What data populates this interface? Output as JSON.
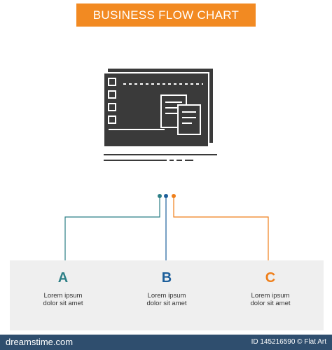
{
  "banner": {
    "title": "BUSINESS FLOW CHART",
    "color": "#f28a22"
  },
  "icon": {
    "name": "window-layout-icon",
    "color": "#3a3a3a"
  },
  "colors": {
    "teal": "#2c7f86",
    "blue": "#1d5f9b",
    "orange": "#ef7f1a",
    "card": "#efefef",
    "footer": "#2f4e6e"
  },
  "steps": [
    {
      "letter": "A",
      "line1": "Lorem ipsum",
      "line2": "dolor sit amet",
      "color": "#2c7f86"
    },
    {
      "letter": "B",
      "line1": "Lorem ipsum",
      "line2": "dolor sit amet",
      "color": "#1d5f9b"
    },
    {
      "letter": "C",
      "line1": "Lorem ipsum",
      "line2": "dolor sit amet",
      "color": "#ef7f1a"
    }
  ],
  "footer": {
    "brand": "dreamstime.com",
    "id_text": "ID 145216590 © Flat Art"
  }
}
